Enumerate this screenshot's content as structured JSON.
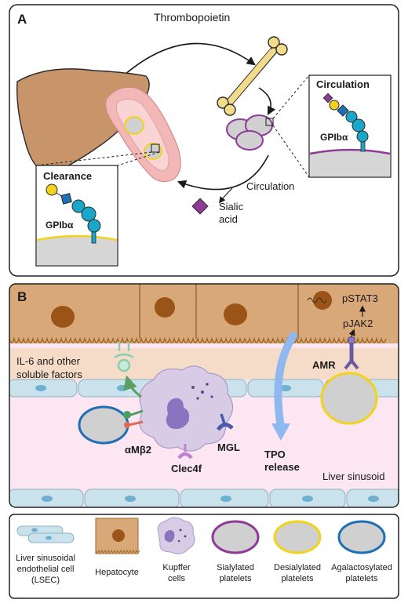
{
  "panelA": {
    "label": "A",
    "tpo_label": "Thrombopoietin",
    "circulation_label": "Circulation",
    "sialic_acid_line1": "Sialic",
    "sialic_acid_line2": "acid",
    "clearance_box": {
      "title": "Clearance",
      "receptor": "GPIbα"
    },
    "circulation_box": {
      "title": "Circulation",
      "receptor": "GPIbα"
    }
  },
  "panelB": {
    "label": "B",
    "pstat3": "pSTAT3",
    "pjak2": "pJAK2",
    "il6_line1": "IL-6 and other",
    "il6_line2": "soluble factors",
    "amr": "AMR",
    "amb2": "αMβ2",
    "mgl": "MGL",
    "clec4f": "Clec4f",
    "tpo_release_line1": "TPO",
    "tpo_release_line2": "release",
    "liver_sinusoid": "Liver sinusoid"
  },
  "legend": {
    "lsec": [
      "Liver sinusoidal",
      "endothelial cell",
      "(LSEC)"
    ],
    "hepatocyte": [
      "Hepatocyte"
    ],
    "kupffer": [
      "Kupffer",
      "cells"
    ],
    "sialylated": [
      "Sialylated",
      "platelets"
    ],
    "desialylated": [
      "Desialylated",
      "platelets"
    ],
    "agalactosylated": [
      "Agalactosylated",
      "platelets"
    ]
  },
  "colors": {
    "liver": "#c8956a",
    "bone": "#f2dc8c",
    "sialylated": "#8e3a96",
    "desialylated": "#f2d21c",
    "agalactosylated": "#1f6fb5",
    "platelet_fill": "#d0d0d0",
    "hepatocyte": "#d8a878",
    "nucleus": "#9b5418",
    "lsec": "#c9e2ec",
    "sinusoid": "#fbe6f2",
    "kupffer": "#d8cbe6",
    "tpo_arrow": "#8fb8ee",
    "galactose": "#f2d21c",
    "glcnac": "#1f6fb5",
    "glycoprotein": "#1aa6c8"
  }
}
